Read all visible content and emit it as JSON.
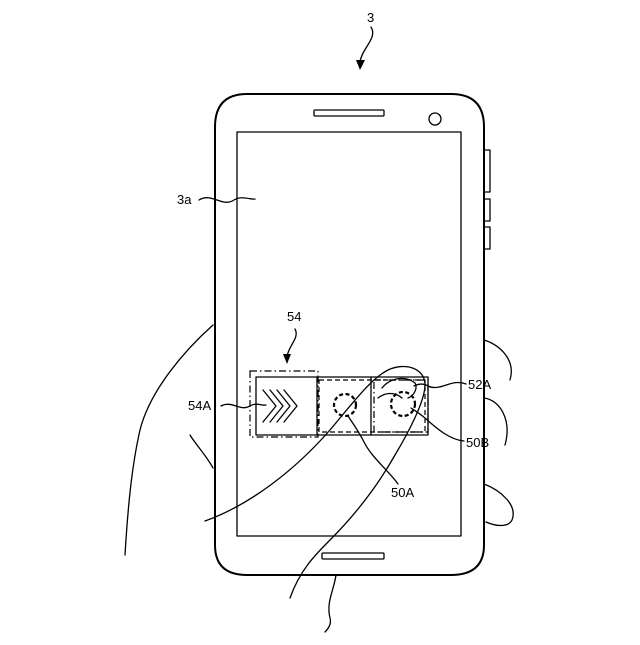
{
  "labels": {
    "device": "3",
    "screen": "3a",
    "guide": "54",
    "guide_arrow": "54A",
    "region": "52A",
    "touch_end": "50B",
    "touch_start": "50A"
  },
  "colors": {
    "line": "#000000",
    "background": "#ffffff"
  }
}
